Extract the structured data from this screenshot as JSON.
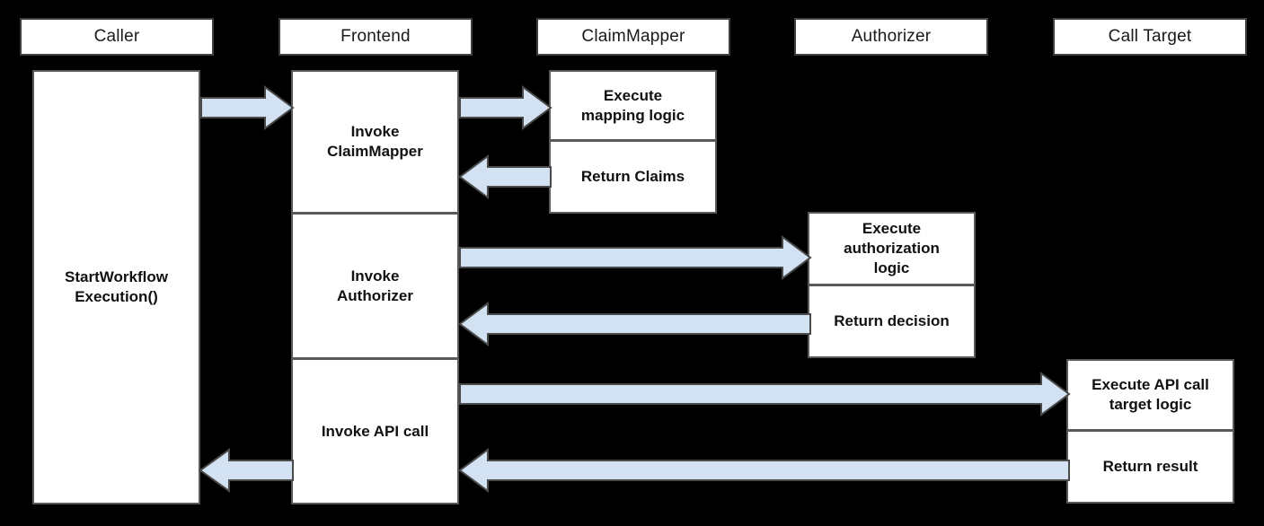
{
  "diagram": {
    "type": "sequence-diagram",
    "background_color": "#000000",
    "box_fill": "#ffffff",
    "box_border": "#595959",
    "arrow_fill": "#d3e2f3",
    "arrow_border": "#4a4a4a",
    "lifelines": [
      {
        "id": "caller",
        "label": "Caller"
      },
      {
        "id": "frontend",
        "label": "Frontend"
      },
      {
        "id": "claimmapper",
        "label": "ClaimMapper"
      },
      {
        "id": "authorizer",
        "label": "Authorizer"
      },
      {
        "id": "calltarget",
        "label": "Call Target"
      }
    ],
    "activations": {
      "caller": [
        {
          "id": "caller-start",
          "label": "StartWorkflow\nExecution()"
        }
      ],
      "frontend": [
        {
          "id": "frontend-invoke-claimmapper",
          "label": "Invoke\nClaimMapper"
        },
        {
          "id": "frontend-invoke-authorizer",
          "label": "Invoke\nAuthorizer"
        },
        {
          "id": "frontend-invoke-api-call",
          "label": "Invoke API call"
        }
      ],
      "claimmapper": [
        {
          "id": "cm-execute-mapping",
          "label": "Execute\nmapping logic"
        },
        {
          "id": "cm-return-claims",
          "label": "Return Claims"
        }
      ],
      "authorizer": [
        {
          "id": "az-execute-auth",
          "label": "Execute\nauthorization\nlogic"
        },
        {
          "id": "az-return-decision",
          "label": "Return decision"
        }
      ],
      "calltarget": [
        {
          "id": "ct-execute-api",
          "label": "Execute API call\ntarget logic"
        },
        {
          "id": "ct-return-result",
          "label": "Return result"
        }
      ]
    },
    "messages": [
      {
        "id": "m1",
        "from": "caller",
        "to": "frontend",
        "direction": "right",
        "label": ""
      },
      {
        "id": "m2",
        "from": "frontend",
        "to": "claimmapper",
        "direction": "right",
        "label": ""
      },
      {
        "id": "m3",
        "from": "claimmapper",
        "to": "frontend",
        "direction": "left",
        "label": ""
      },
      {
        "id": "m4",
        "from": "frontend",
        "to": "authorizer",
        "direction": "right",
        "label": ""
      },
      {
        "id": "m5",
        "from": "authorizer",
        "to": "frontend",
        "direction": "left",
        "label": ""
      },
      {
        "id": "m6",
        "from": "frontend",
        "to": "calltarget",
        "direction": "right",
        "label": ""
      },
      {
        "id": "m7",
        "from": "calltarget",
        "to": "frontend",
        "direction": "left",
        "label": ""
      },
      {
        "id": "m8",
        "from": "frontend",
        "to": "caller",
        "direction": "left",
        "label": ""
      }
    ]
  }
}
